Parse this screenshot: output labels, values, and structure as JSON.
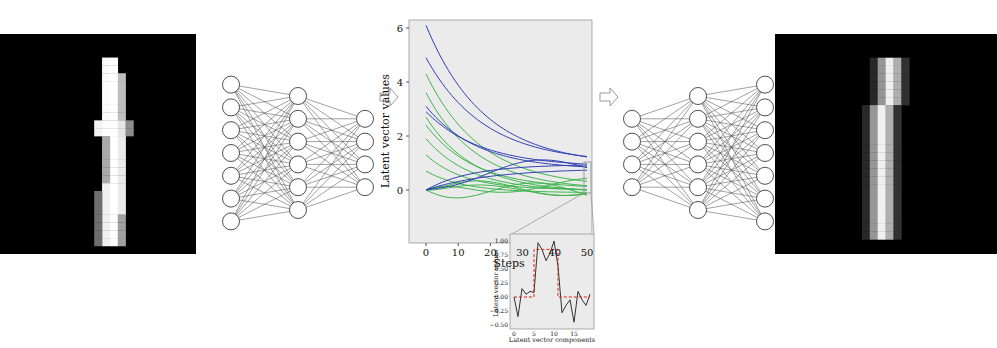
{
  "diagram": {
    "labels": [
      "Latent vector values",
      "0",
      "2",
      "4",
      "6",
      "0",
      "10",
      "20",
      "30",
      "40",
      "50",
      "Steps",
      "Latent vector values",
      "−0.50",
      "−0.25",
      "0.00",
      "0.25",
      "0.50",
      "0.75",
      "1.00",
      "0",
      "5",
      "10",
      "15",
      "Latent vector components"
    ]
  }
}
